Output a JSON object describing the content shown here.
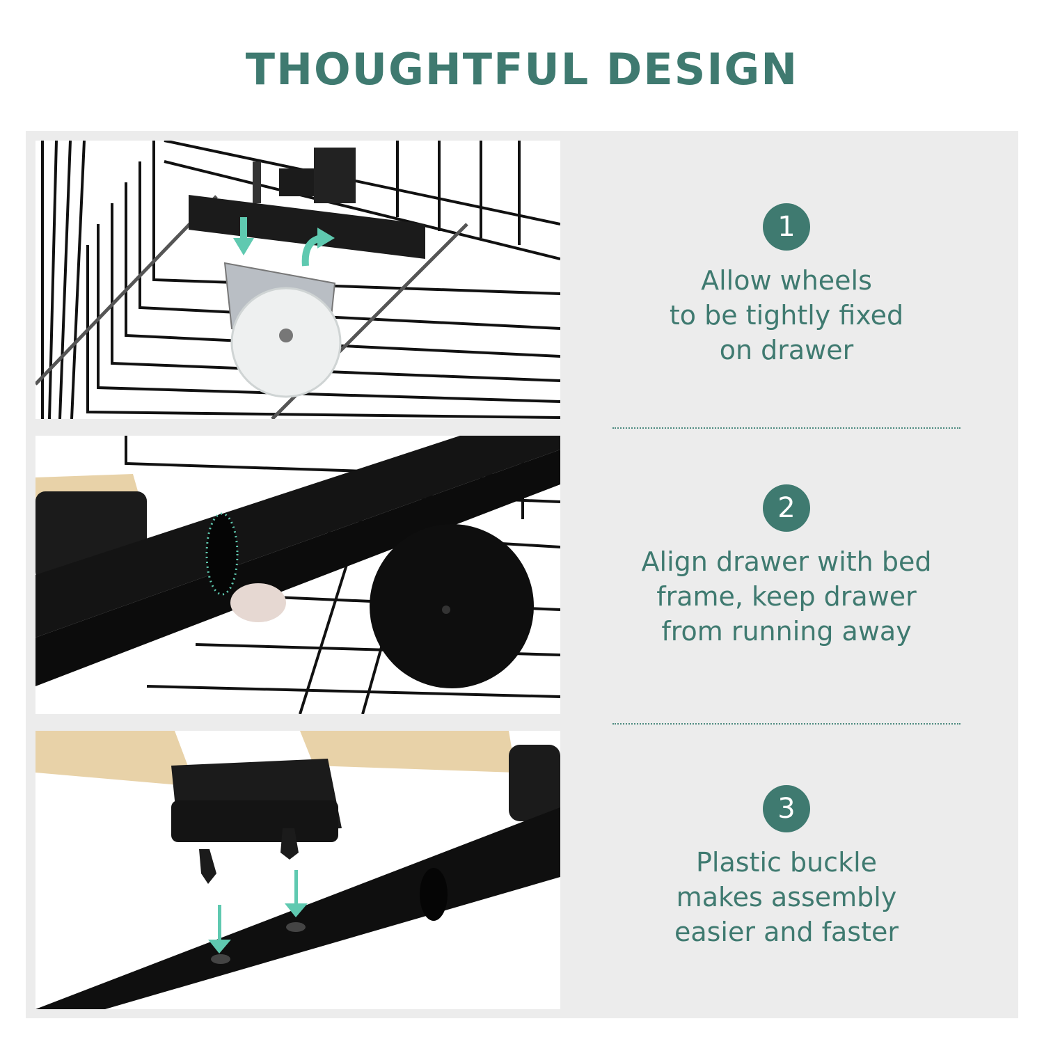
{
  "header": {
    "title": "THOUGHTFUL DESIGN"
  },
  "features": [
    {
      "number": "1",
      "text": "Allow wheels\nto be tightly fixed\non drawer"
    },
    {
      "number": "2",
      "text": "Align drawer with bed\nframe, keep drawer\nfrom running away"
    },
    {
      "number": "3",
      "text": "Plastic buckle\nmakes assembly\neasier and faster"
    }
  ],
  "colors": {
    "accent": "#3f7a70",
    "panel": "#ececec",
    "arrow": "#5fc9b0",
    "metal": "#111111",
    "wood": "#e8d2a8"
  }
}
